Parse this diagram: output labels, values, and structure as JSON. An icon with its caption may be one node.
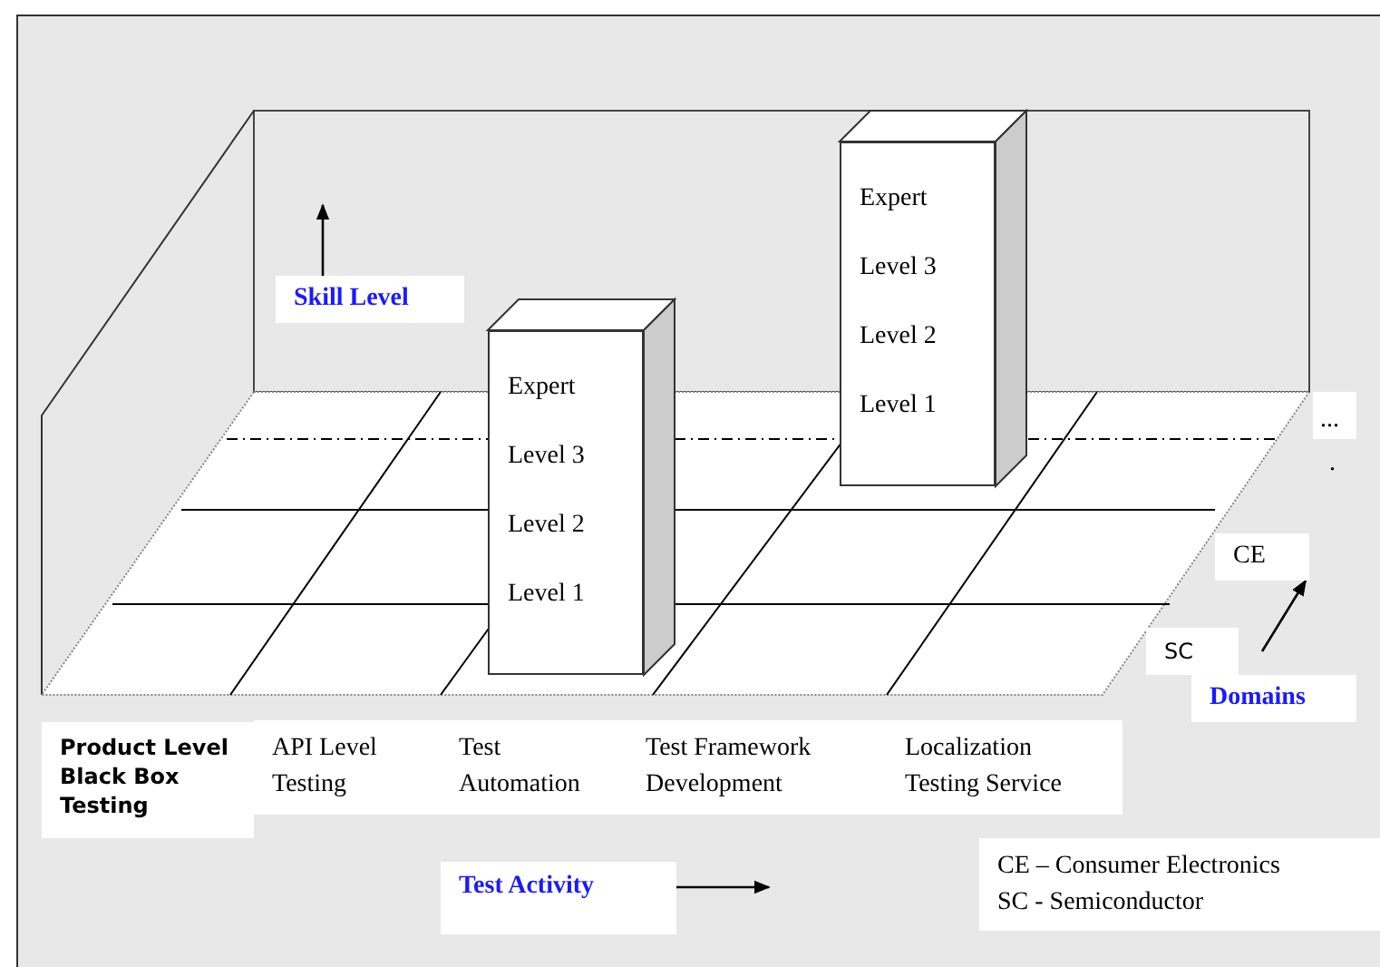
{
  "diagram": {
    "nodes": [
      {
        "text": [
          "Expert",
          "Level 3",
          "Level 2",
          "Level 1"
        ]
      },
      {
        "text": [
          "Expert",
          "Level 3",
          "Level 2",
          "Level 1"
        ]
      }
    ],
    "labels": [
      "Skill Level",
      "...",
      ".",
      "CE",
      "SC",
      "Domains",
      "Product Level Black Box Testing",
      "API Level Testing",
      "Test Automation",
      "Test Framework Development",
      "Localization Testing Service",
      "Test Activity",
      "CE – Consumer Electronics",
      "SC - Semiconductor"
    ]
  }
}
